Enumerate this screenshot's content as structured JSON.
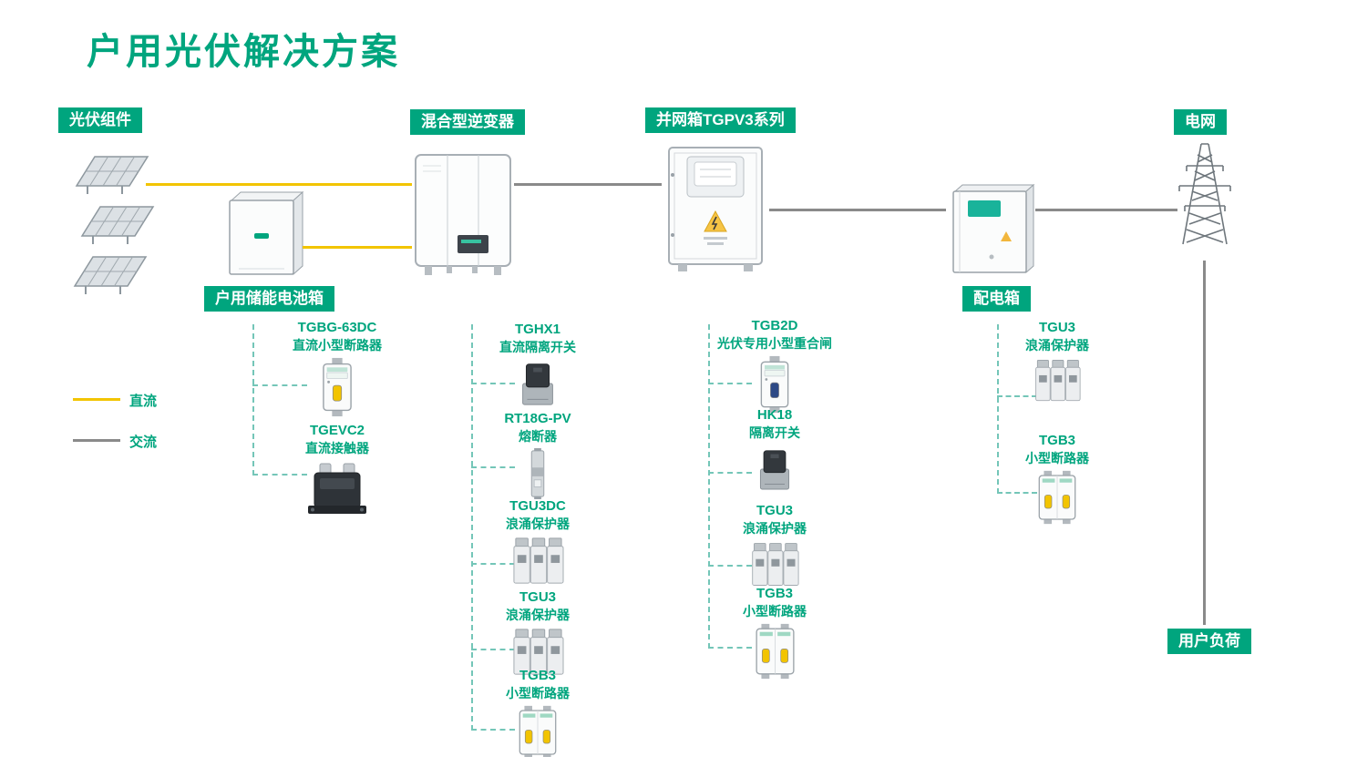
{
  "title": "户用光伏解决方案",
  "chips": {
    "pv": "光伏组件",
    "inverter": "混合型逆变器",
    "gridbox": "并网箱TGPV3系列",
    "grid": "电网",
    "battery": "户用储能电池箱",
    "distbox": "配电箱",
    "load": "用户负荷"
  },
  "legend": {
    "dc": "直流",
    "ac": "交流"
  },
  "colors": {
    "green": "#00A57E",
    "yellow": "#F2C400",
    "gray": "#8A8A8A",
    "dash": "#74C6B8"
  },
  "groups": {
    "battery": [
      {
        "name": "TGBG-63DC",
        "desc": "直流小型断路器",
        "icon": "breaker-single"
      },
      {
        "name": "TGEVC2",
        "desc": "直流接触器",
        "icon": "dc-contactor"
      }
    ],
    "inverter": [
      {
        "name": "TGHX1",
        "desc": "直流隔离开关",
        "icon": "disconnect-switch"
      },
      {
        "name": "RT18G-PV",
        "desc": "熔断器",
        "icon": "fuse"
      },
      {
        "name": "TGU3DC",
        "desc": "浪涌保护器",
        "icon": "surge-protector"
      },
      {
        "name": "TGU3",
        "desc": "浪涌保护器",
        "icon": "surge-protector"
      },
      {
        "name": "TGB3",
        "desc": "小型断路器",
        "icon": "breaker-double"
      }
    ],
    "gridbox": [
      {
        "name": "TGB2D",
        "desc": "光伏专用小型重合闸",
        "icon": "breaker-single"
      },
      {
        "name": "HK18",
        "desc": "隔离开关",
        "icon": "disconnect-switch"
      },
      {
        "name": "TGU3",
        "desc": "浪涌保护器",
        "icon": "surge-protector"
      },
      {
        "name": "TGB3",
        "desc": "小型断路器",
        "icon": "breaker-double"
      }
    ],
    "distbox": [
      {
        "name": "TGU3",
        "desc": "浪涌保护器",
        "icon": "surge-protector"
      },
      {
        "name": "TGB3",
        "desc": "小型断路器",
        "icon": "breaker-double"
      }
    ]
  }
}
